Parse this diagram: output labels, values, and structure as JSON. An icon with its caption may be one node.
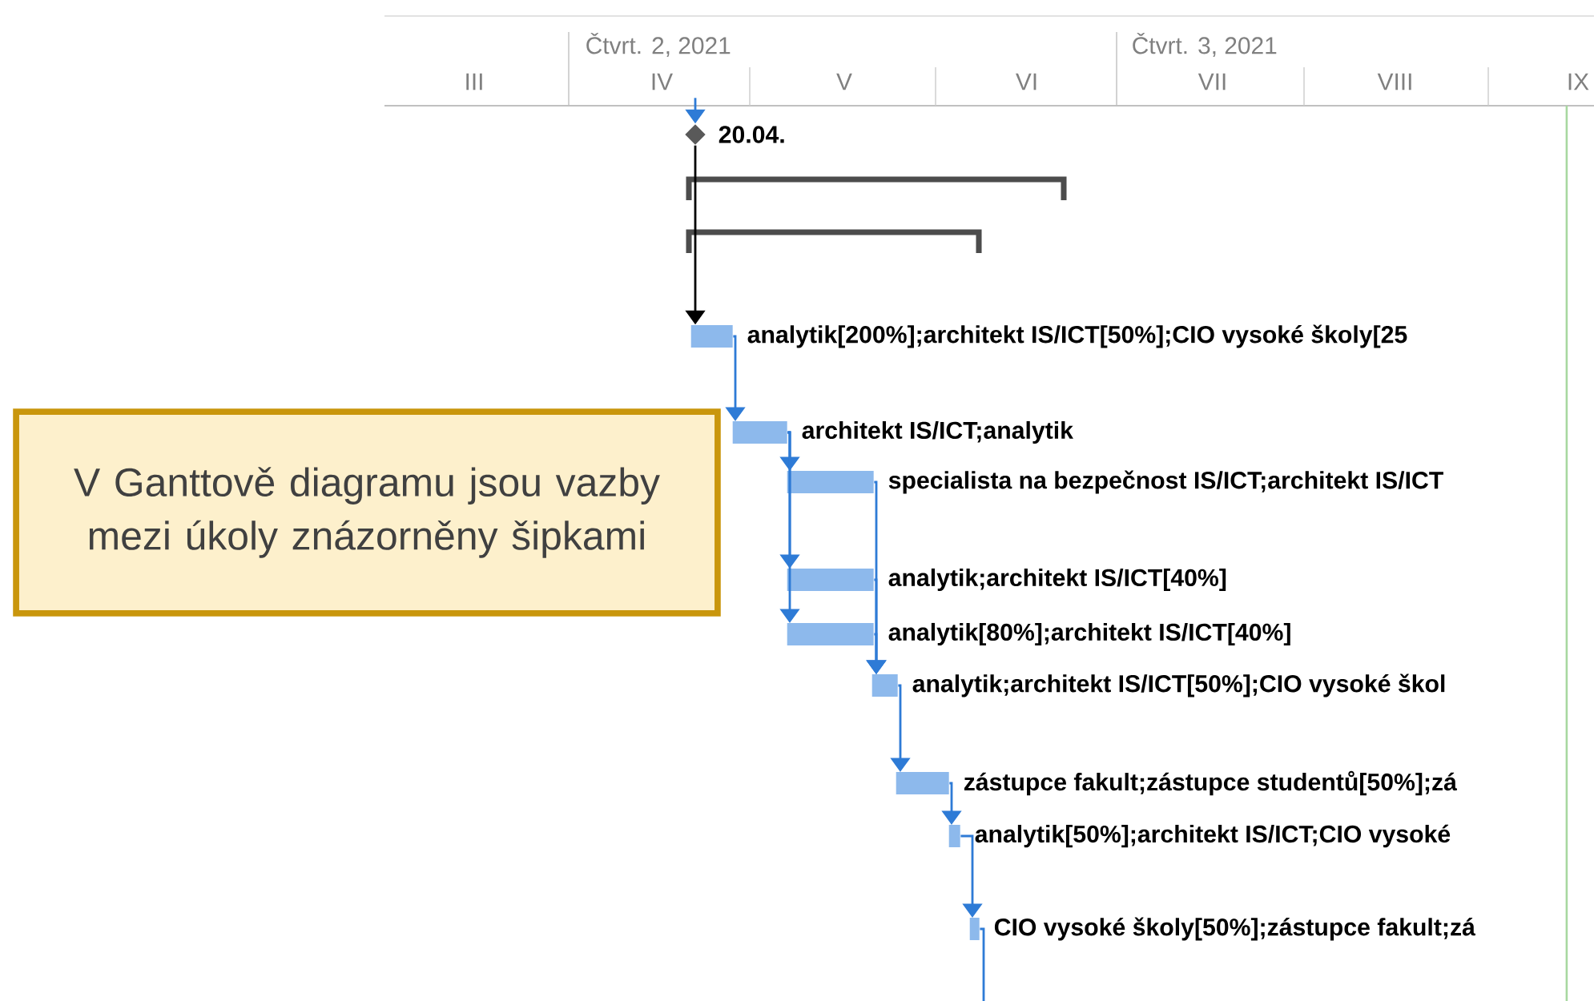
{
  "diagram": {
    "nodes": [
      {
        "text": [],
        "shape": "diamond",
        "beside": [
          "20.04."
        ]
      },
      {
        "text": [],
        "shape": "bar",
        "beside": [
          "analytik[200%];architekt IS/ICT[50%];CIO vysoké školy[25"
        ]
      },
      {
        "text": [],
        "shape": "bar",
        "beside": [
          "architekt IS/ICT;analytik"
        ]
      },
      {
        "text": [],
        "shape": "bar",
        "beside": [
          "specialista na bezpečnost IS/ICT;architekt IS/ICT"
        ]
      },
      {
        "text": [],
        "shape": "bar",
        "beside": [
          "analytik;architekt IS/ICT[40%]"
        ]
      },
      {
        "text": [],
        "shape": "bar",
        "beside": [
          "analytik[80%];architekt IS/ICT[40%]"
        ]
      },
      {
        "text": [],
        "shape": "bar",
        "beside": [
          "analytik;architekt IS/ICT[50%];CIO vysoké škol"
        ]
      },
      {
        "text": [],
        "shape": "bar",
        "beside": [
          "zástupce fakult;zástupce studentů[50%];zá"
        ]
      },
      {
        "text": [],
        "shape": "bar",
        "beside": [
          "analytik[50%];architekt IS/ICT;CIO vysoké"
        ]
      },
      {
        "text": [],
        "shape": "bar",
        "beside": [
          "CIO vysoké školy[50%];zástupce fakult;zá"
        ]
      },
      {
        "text": [
          "V Ganttově diagramu jsou vazby mezi úkoly znázorněny šipkami"
        ]
      }
    ],
    "edges": [
      {
        "from": null,
        "to": 0,
        "arrow": "to"
      },
      {
        "from": 0,
        "to": 1,
        "arrow": "to",
        "color": "#000000"
      },
      {
        "from": 1,
        "to": 2,
        "arrow": "to"
      },
      {
        "from": 2,
        "to": 3,
        "arrow": "to"
      },
      {
        "from": 2,
        "to": 4,
        "arrow": "to"
      },
      {
        "from": 2,
        "to": 5,
        "arrow": "to"
      },
      {
        "from": 3,
        "to": 6,
        "arrow": "to"
      },
      {
        "from": 4,
        "to": 6,
        "arrow": "to"
      },
      {
        "from": 5,
        "to": 6,
        "arrow": "to"
      },
      {
        "from": 6,
        "to": 7,
        "arrow": "to"
      },
      {
        "from": 7,
        "to": 8,
        "arrow": "to"
      },
      {
        "from": 8,
        "to": 9,
        "arrow": "to"
      },
      {
        "from": 9,
        "to": null,
        "arrow": "none"
      }
    ],
    "labels": [
      "Čtvrt. 2, 2021",
      "Čtvrt. 3, 2021",
      "III",
      "IV",
      "V",
      "VI",
      "VII",
      "VIII",
      "IX"
    ]
  }
}
